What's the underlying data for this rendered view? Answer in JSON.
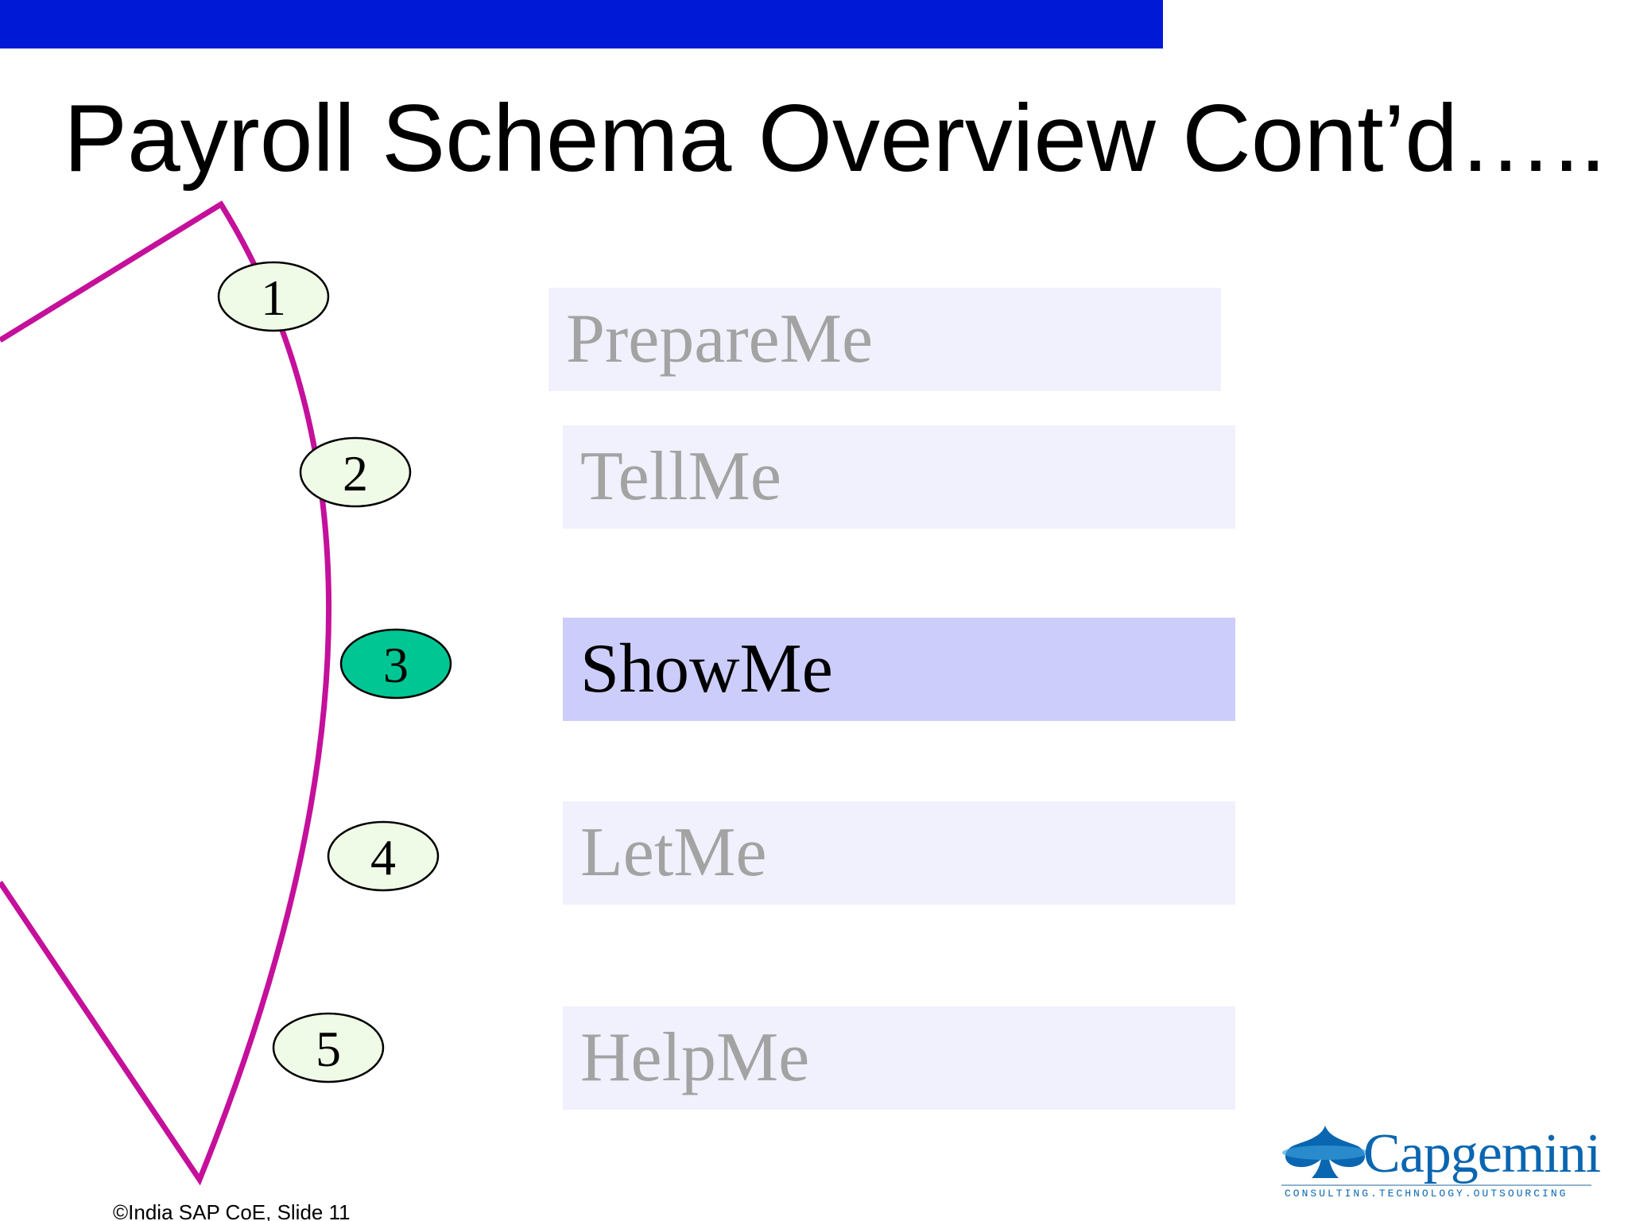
{
  "slide": {
    "title": "Payroll Schema Overview Cont’d…..",
    "footer": "©India SAP CoE, Slide 11"
  },
  "colors": {
    "top_bar": "#0019d6",
    "arc": "#c4109b",
    "node_fill": "#f0fbe7",
    "node_active_fill": "#00c693",
    "box_fill": "#f1f1fd",
    "box_active_fill": "#cccdfa",
    "inactive_text": "#a3a3a3",
    "logo": "#0a66b0"
  },
  "steps": [
    {
      "number": "1",
      "label": "PrepareMe",
      "active": false
    },
    {
      "number": "2",
      "label": "TellMe",
      "active": false
    },
    {
      "number": "3",
      "label": "ShowMe",
      "active": true
    },
    {
      "number": "4",
      "label": "LetMe",
      "active": false
    },
    {
      "number": "5",
      "label": "HelpMe",
      "active": false
    }
  ],
  "logo": {
    "icon": "spade-icon",
    "word": "Capgemini",
    "tagline": "CONSULTING.TECHNOLOGY.OUTSOURCING"
  }
}
